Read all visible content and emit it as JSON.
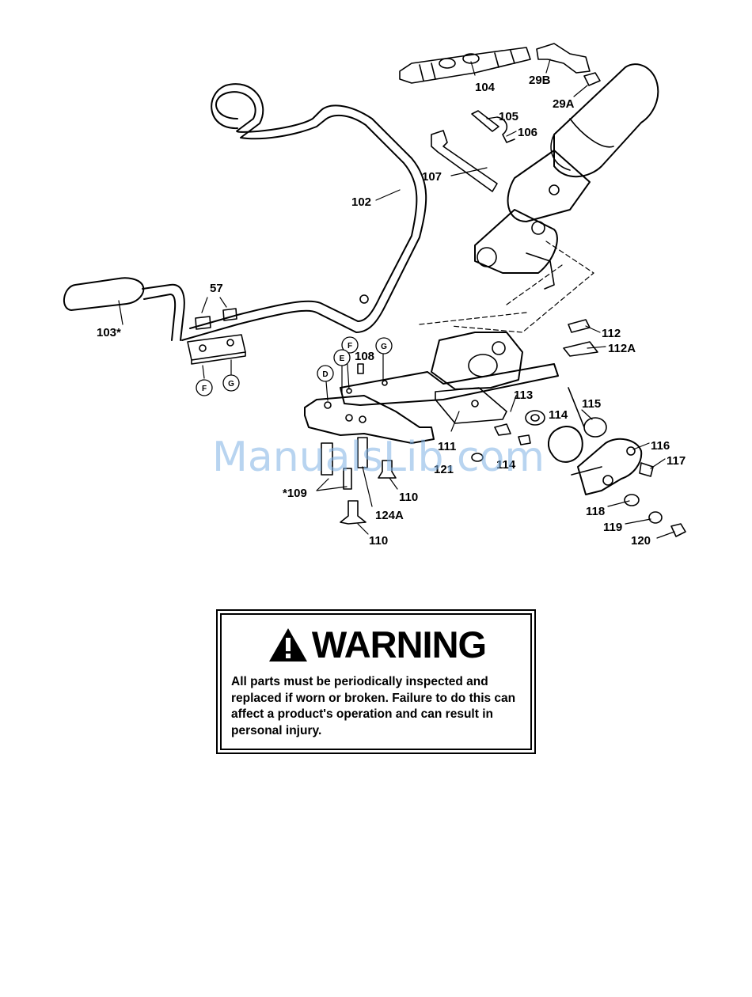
{
  "diagram": {
    "callouts": [
      "104",
      "29B",
      "29A",
      "105",
      "106",
      "107",
      "102",
      "57",
      "103*",
      "112",
      "112A",
      "108",
      "113",
      "115",
      "114",
      "116",
      "117",
      "111",
      "121",
      "114",
      "*109",
      "110",
      "124A",
      "110",
      "118",
      "119",
      "120"
    ],
    "reference_letters": [
      "F",
      "G",
      "F",
      "E",
      "G",
      "D"
    ],
    "watermark": "ManualsLib.com"
  },
  "warning": {
    "title": "WARNING",
    "icon": "warning-triangle-icon",
    "text": "All parts must be periodically inspected and replaced if worn or broken. Failure to do this can affect a product's operation and can result in personal injury."
  }
}
